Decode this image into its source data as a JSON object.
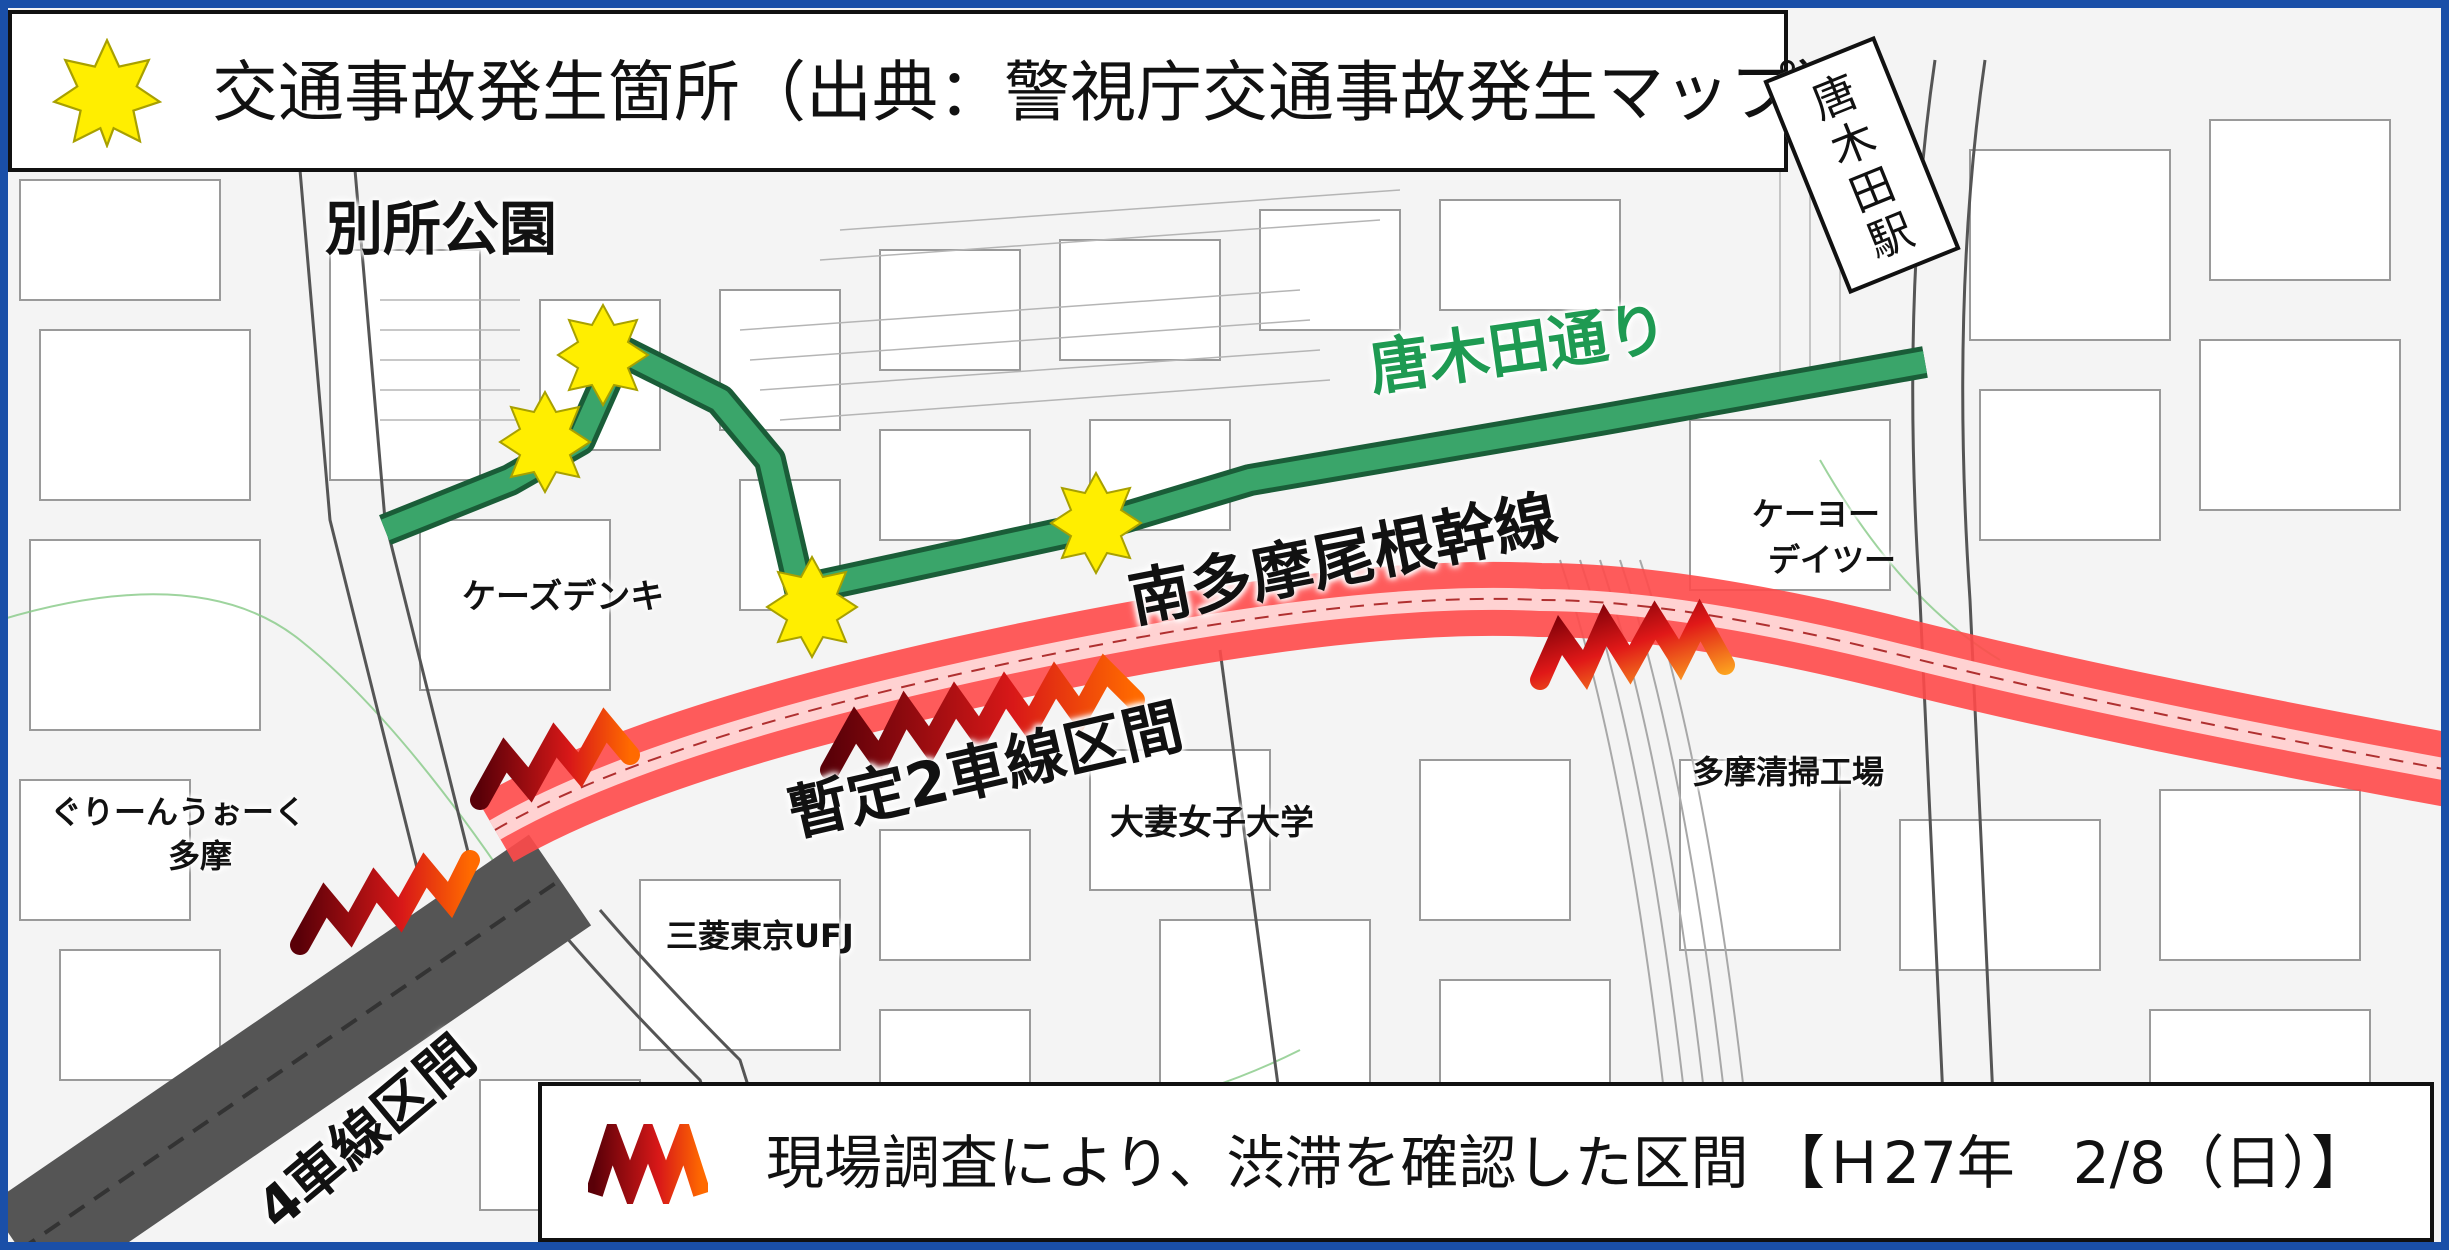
{
  "legend_accidents": {
    "text": "交通事故発生箇所（出典：警視庁交通事故発生マップ）",
    "marker_color": "#ffee00"
  },
  "legend_congestion": {
    "text": "現場調査により、渋滞を確認した区間 【Ｈ27年　2/8（日）】",
    "marker_color": "#c01818"
  },
  "station": {
    "chars": [
      "唐",
      "木",
      "田",
      "駅"
    ]
  },
  "labels": {
    "park": "別所公園",
    "karakida_dori": "唐木田通り",
    "minami_tama": "南多摩尾根幹線",
    "ks_denki": "ケーズデンキ",
    "keiyo_line1": "ケーヨー",
    "keiyo_line2": "デイツー",
    "green_walk_line1": "ぐりーんうぉーく",
    "green_walk_line2": "多摩",
    "provisional": "暫定2車線区間",
    "otsuma": "大妻女子大学",
    "mufg": "三菱東京UFJ",
    "tama_plant": "多摩清掃工場",
    "four_lane": "4車線区間"
  },
  "colors": {
    "frame": "#1a4fa8",
    "main_road": "#ff5a5a",
    "karakida_road": "#3aa56a",
    "four_lane_road": "#555555"
  }
}
